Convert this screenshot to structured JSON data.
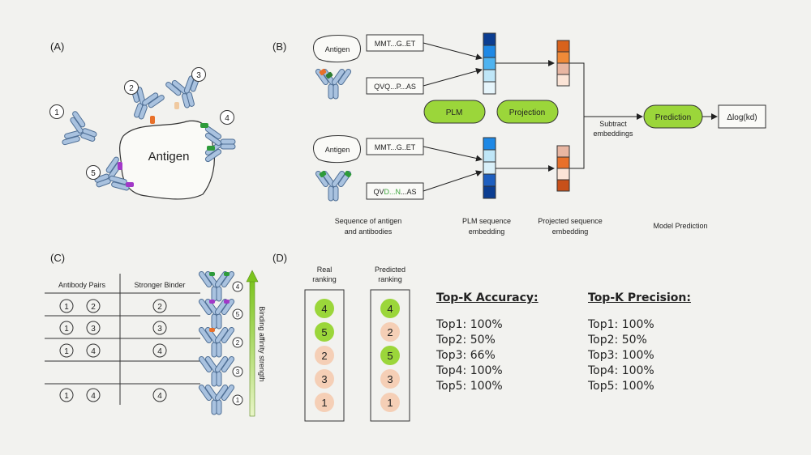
{
  "panels": {
    "A": "(A)",
    "B": "(B)",
    "C": "(C)",
    "D": "(D)"
  },
  "panel_a": {
    "antigen_label": "Antigen",
    "antibody_numbers": [
      "1",
      "2",
      "3",
      "4",
      "5"
    ]
  },
  "panel_b": {
    "antigen_label": "Antigen",
    "seq_top_antigen": "MMT...G..ET",
    "seq_top_antibody": "QVQ...P...AS",
    "seq_bottom_antigen": "MMT...G..ET",
    "seq_bottom_antibody_prefix": "QV",
    "seq_bottom_antibody_mut1": "D",
    "seq_bottom_antibody_mid": "...",
    "seq_bottom_antibody_mut2": "N",
    "seq_bottom_antibody_suffix": "...AS",
    "plm_label": "PLM",
    "projection_label": "Projection",
    "subtract_line1": "Subtract",
    "subtract_line2": "embeddings",
    "prediction_label": "Prediction",
    "output_label": "Δlog(kd)",
    "caption_seq_line1": "Sequence of antigen",
    "caption_seq_line2": "and antibodies",
    "caption_plm_line1": "PLM sequence",
    "caption_plm_line2": "embedding",
    "caption_proj_line1": "Projected sequence",
    "caption_proj_line2": "embedding",
    "caption_model": "Model Prediction",
    "colors": {
      "green": "#9bd63a",
      "blue_dark": "#0b3d91",
      "blue_mid": "#1e88e5",
      "orange": "#e8702a",
      "peach": "#f5c6a8"
    }
  },
  "panel_c": {
    "col1_header": "Antibody Pairs",
    "col2_header": "Stronger  Binder",
    "rows": [
      {
        "a": "1",
        "b": "2",
        "winner": "2"
      },
      {
        "a": "1",
        "b": "3",
        "winner": "3"
      },
      {
        "a": "1",
        "b": "4",
        "winner": "4"
      },
      {
        "a": "",
        "b": "",
        "winner": ""
      },
      {
        "a": "1",
        "b": "4",
        "winner": "4"
      }
    ],
    "ladder_numbers": [
      "4",
      "5",
      "2",
      "3",
      "1"
    ],
    "axis_label": "Binding affinity strength"
  },
  "panel_d": {
    "real_header_line1": "Real",
    "real_header_line2": "ranking",
    "pred_header_line1": "Predicted",
    "pred_header_line2": "ranking",
    "real_ranking": [
      {
        "n": "4",
        "match": true
      },
      {
        "n": "5",
        "match": true
      },
      {
        "n": "2",
        "match": false
      },
      {
        "n": "3",
        "match": false
      },
      {
        "n": "1",
        "match": false
      }
    ],
    "predicted_ranking": [
      {
        "n": "4",
        "match": true
      },
      {
        "n": "2",
        "match": false
      },
      {
        "n": "5",
        "match": true
      },
      {
        "n": "3",
        "match": false
      },
      {
        "n": "1",
        "match": false
      }
    ],
    "accuracy_title": "Top-K Accuracy:",
    "accuracy": [
      "Top1: 100%",
      "Top2: 50%",
      "Top3: 66%",
      "Top4: 100%",
      "Top5: 100%"
    ],
    "precision_title": "Top-K Precision:",
    "precision": [
      "Top1: 100%",
      "Top2: 50%",
      "Top3: 100%",
      "Top4: 100%",
      "Top5: 100%"
    ]
  }
}
